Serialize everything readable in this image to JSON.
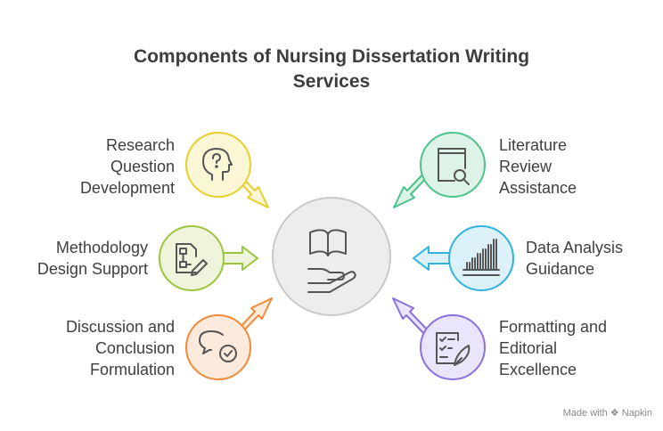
{
  "title": [
    "Components of Nursing Dissertation Writing",
    "Services"
  ],
  "center": {
    "icon": "open-book-hand-icon"
  },
  "components": [
    {
      "id": "research-question",
      "lines": [
        "Research",
        "Question",
        "Development"
      ],
      "color": "#E6CF2E",
      "fill": "#FBF6D5",
      "icon": "head-question-icon"
    },
    {
      "id": "methodology",
      "lines": [
        "Methodology",
        "Design Support"
      ],
      "color": "#9BC53D",
      "fill": "#EEF5DC",
      "icon": "flowchart-pencil-icon"
    },
    {
      "id": "discussion",
      "lines": [
        "Discussion and",
        "Conclusion",
        "Formulation"
      ],
      "color": "#EE8B3A",
      "fill": "#FCEBDD",
      "icon": "chat-check-icon"
    },
    {
      "id": "literature-review",
      "lines": [
        "Literature",
        "Review",
        "Assistance"
      ],
      "color": "#4CC38A",
      "fill": "#DDF3E8",
      "icon": "book-magnifier-icon"
    },
    {
      "id": "data-analysis",
      "lines": [
        "Data Analysis",
        "Guidance"
      ],
      "color": "#2FB3DE",
      "fill": "#DCF1F9",
      "icon": "bar-chart-icon"
    },
    {
      "id": "formatting",
      "lines": [
        "Formatting and",
        "Editorial",
        "Excellence"
      ],
      "color": "#8C6FE0",
      "fill": "#EAE5FA",
      "icon": "document-pen-icon"
    }
  ],
  "footer": "Made with ❖ Napkin"
}
